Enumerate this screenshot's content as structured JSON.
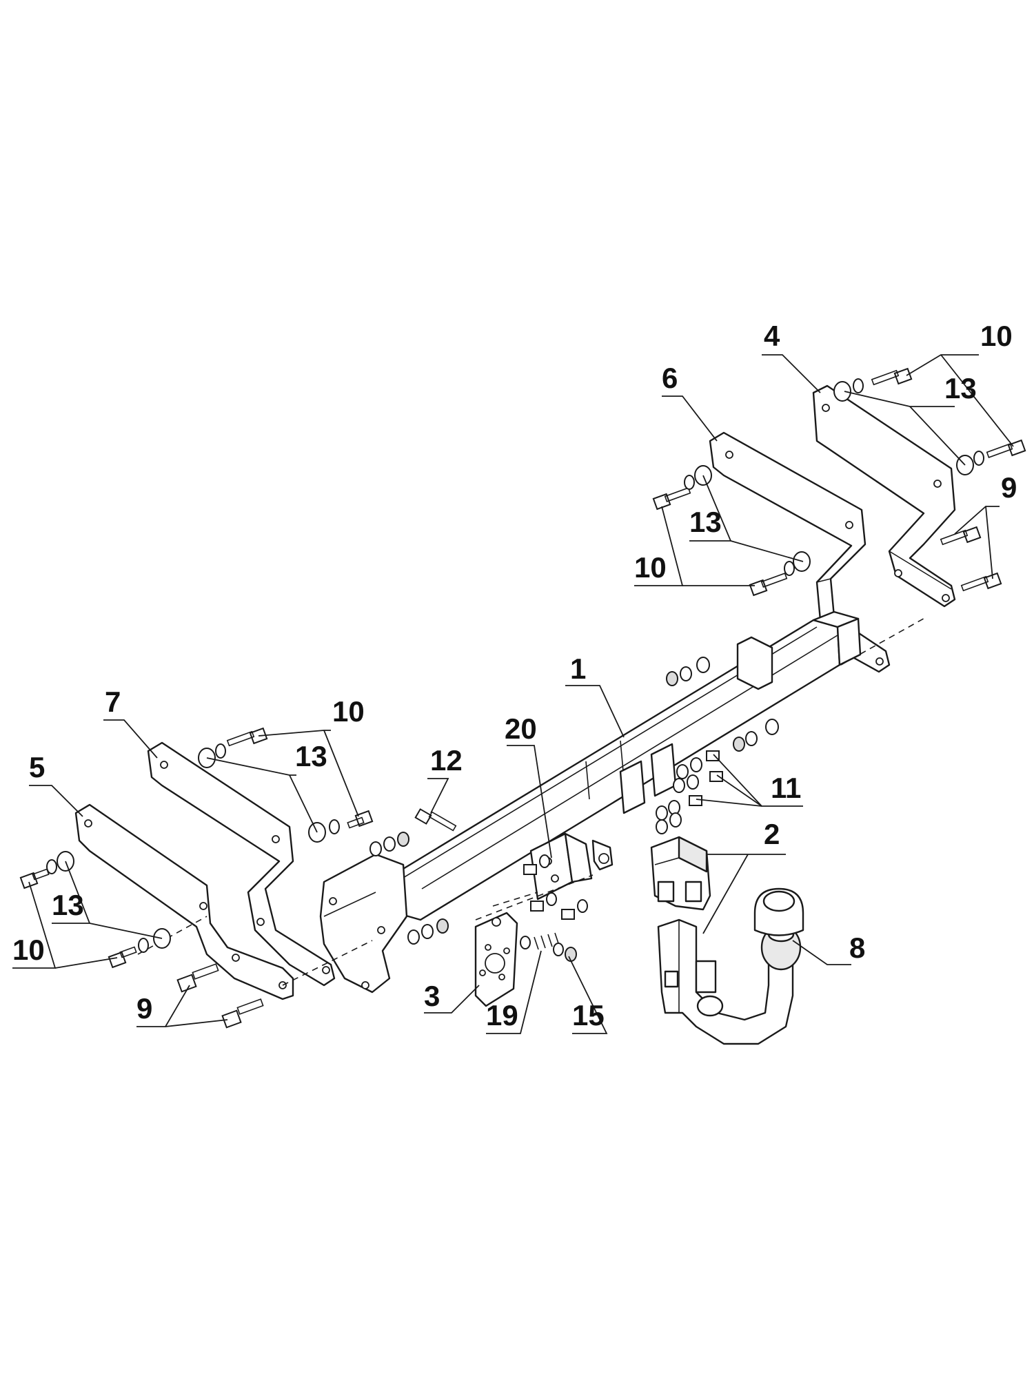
{
  "labels": [
    {
      "id": "l1",
      "text": "1"
    },
    {
      "id": "l2",
      "text": "2"
    },
    {
      "id": "l3",
      "text": "3"
    },
    {
      "id": "l4",
      "text": "4"
    },
    {
      "id": "l5",
      "text": "5"
    },
    {
      "id": "l6",
      "text": "6"
    },
    {
      "id": "l7",
      "text": "7"
    },
    {
      "id": "l8",
      "text": "8"
    },
    {
      "id": "l9a",
      "text": "9"
    },
    {
      "id": "l9b",
      "text": "9"
    },
    {
      "id": "l10a",
      "text": "10"
    },
    {
      "id": "l10b",
      "text": "10"
    },
    {
      "id": "l10c",
      "text": "10"
    },
    {
      "id": "l10d",
      "text": "10"
    },
    {
      "id": "l11",
      "text": "11"
    },
    {
      "id": "l12",
      "text": "12"
    },
    {
      "id": "l13a",
      "text": "13"
    },
    {
      "id": "l13b",
      "text": "13"
    },
    {
      "id": "l13c",
      "text": "13"
    },
    {
      "id": "l13d",
      "text": "13"
    },
    {
      "id": "l15",
      "text": "15"
    },
    {
      "id": "l19",
      "text": "19"
    },
    {
      "id": "l20",
      "text": "20"
    }
  ]
}
